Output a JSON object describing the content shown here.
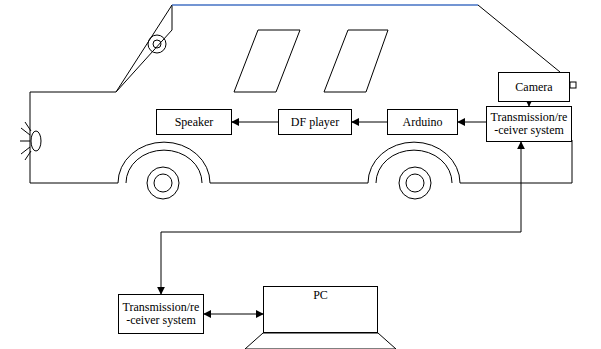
{
  "diagram": {
    "nodes": [
      {
        "text": [
          "Camera"
        ]
      },
      {
        "text": [
          "Transmission/re -ceiver system"
        ]
      },
      {
        "text": [
          "Arduino"
        ]
      },
      {
        "text": [
          "DF player"
        ]
      },
      {
        "text": [
          "Speaker"
        ]
      },
      {
        "text": [
          "Transmission/re -ceiver system"
        ]
      },
      {
        "text": [
          "PC"
        ]
      }
    ],
    "edges": [
      {
        "from": 0,
        "to": 1,
        "arrow": "to"
      },
      {
        "from": 1,
        "to": 2,
        "arrow": "to"
      },
      {
        "from": 2,
        "to": 3,
        "arrow": "to"
      },
      {
        "from": 3,
        "to": 4,
        "arrow": "to"
      },
      {
        "from": 1,
        "to": 5,
        "arrow": "both"
      },
      {
        "from": 5,
        "to": 6,
        "arrow": "both"
      }
    ]
  }
}
